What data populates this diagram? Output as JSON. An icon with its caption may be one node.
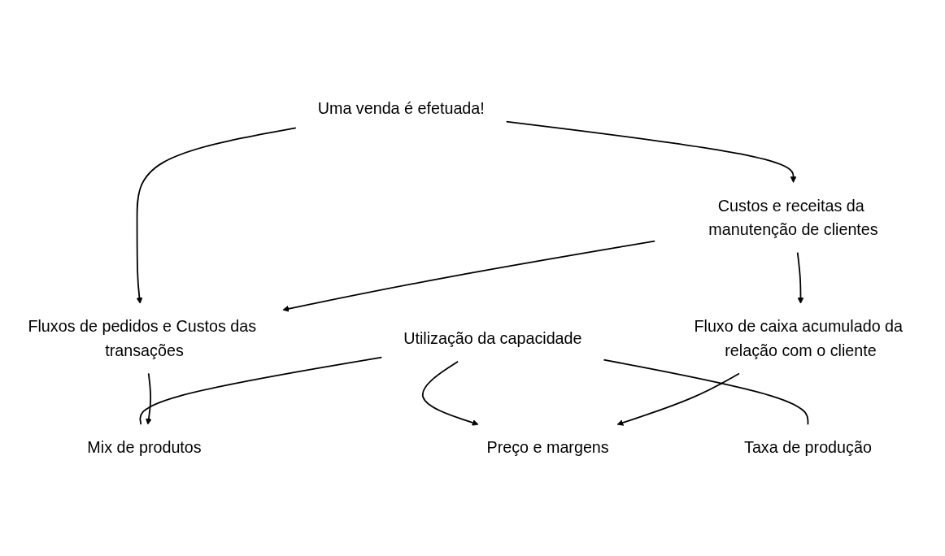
{
  "diagram": {
    "nodes": [
      {
        "text": [
          "Utilização da capacidade"
        ]
      },
      {
        "text": [
          "Preço e margens"
        ]
      },
      {
        "text": [
          "Taxa de produção"
        ]
      },
      {
        "text": [
          "Mix de produtos"
        ]
      },
      {
        "text": [
          "Fluxo de caixa acumulado da relação com o cliente"
        ]
      },
      {
        "text": [
          "Uma venda é efetuada!"
        ]
      },
      {
        "text": [
          "Fluxos de pedidos e Custos das transações"
        ]
      },
      {
        "text": [
          "Custos e receitas da manutenção de clientes"
        ]
      }
    ],
    "edges": [
      {
        "from": 0,
        "to": 1,
        "arrow": "to"
      },
      {
        "from": 0,
        "to": 2,
        "arrow": "none"
      },
      {
        "from": 0,
        "to": 3,
        "arrow": "none"
      },
      {
        "from": 6,
        "to": 3,
        "arrow": "to"
      },
      {
        "from": 5,
        "to": 6,
        "arrow": "to"
      },
      {
        "from": 5,
        "to": 7,
        "arrow": "to"
      },
      {
        "from": 7,
        "to": 6,
        "arrow": "to"
      },
      {
        "from": 7,
        "to": 4,
        "arrow": "to"
      },
      {
        "from": 4,
        "to": 1,
        "arrow": "to"
      }
    ]
  }
}
